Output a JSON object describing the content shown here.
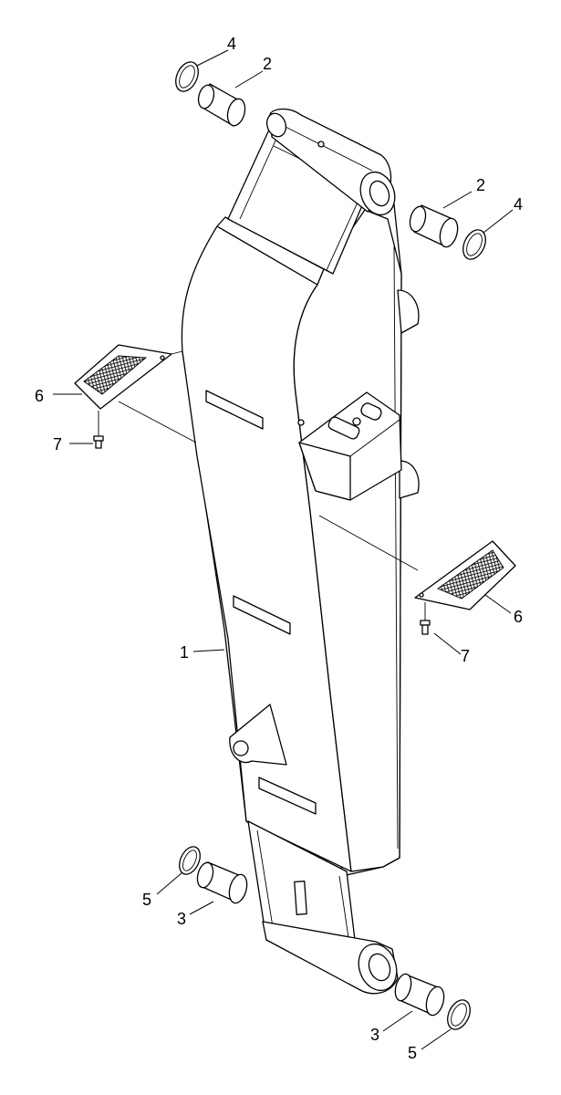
{
  "labels": {
    "boom": "1",
    "bushing_top": "2",
    "bushing_bottom": "3",
    "seal_top": "4",
    "seal_bottom": "5",
    "step_plate": "6",
    "bolt": "7"
  }
}
